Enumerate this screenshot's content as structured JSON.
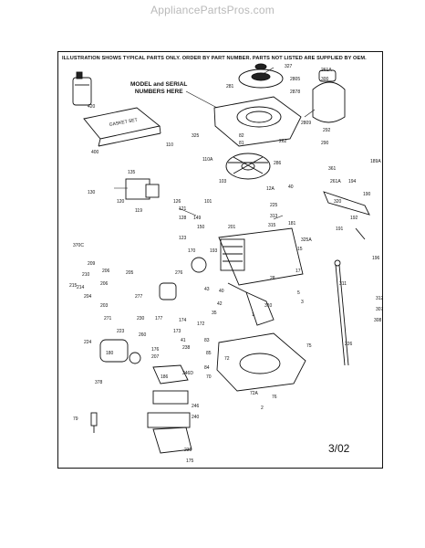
{
  "site_watermark": "AppliancePartsPros.com",
  "header_note": "ILLUSTRATION SHOWS TYPICAL PARTS ONLY. ORDER BY PART NUMBER. PARTS NOT LISTED ARE SUPPLIED BY OEM.",
  "serial_callout": [
    "MODEL and SERIAL",
    "NUMBERS HERE"
  ],
  "gasket_set_label": "GASKET SET",
  "date_code": "3/02",
  "part_numbers": [
    "420",
    "400",
    "327",
    "281",
    "2805",
    "2878",
    "2809",
    "261A",
    "300",
    "292",
    "290",
    "262",
    "82",
    "81",
    "286",
    "325",
    "110",
    "110A",
    "103",
    "135",
    "130",
    "120",
    "119",
    "126",
    "101",
    "121",
    "128",
    "149",
    "150",
    "201",
    "225",
    "313",
    "315",
    "12A",
    "40",
    "123",
    "170",
    "193",
    "181",
    "191",
    "194",
    "189A",
    "361",
    "261A",
    "192",
    "320",
    "190",
    "196",
    "325A",
    "276",
    "370C",
    "209",
    "206",
    "205",
    "210",
    "215",
    "214",
    "206",
    "204",
    "203",
    "277",
    "271",
    "230",
    "177",
    "174",
    "172",
    "173",
    "41",
    "43",
    "42",
    "35",
    "310",
    "311",
    "312",
    "307",
    "308",
    "226",
    "223",
    "224",
    "260",
    "186",
    "180",
    "207",
    "238",
    "246D",
    "246",
    "240",
    "239",
    "175",
    "176",
    "378",
    "79",
    "83",
    "85",
    "84",
    "70",
    "72",
    "72A",
    "75",
    "76",
    "2",
    "15",
    "17",
    "5",
    "1",
    "28",
    "3",
    "40"
  ]
}
